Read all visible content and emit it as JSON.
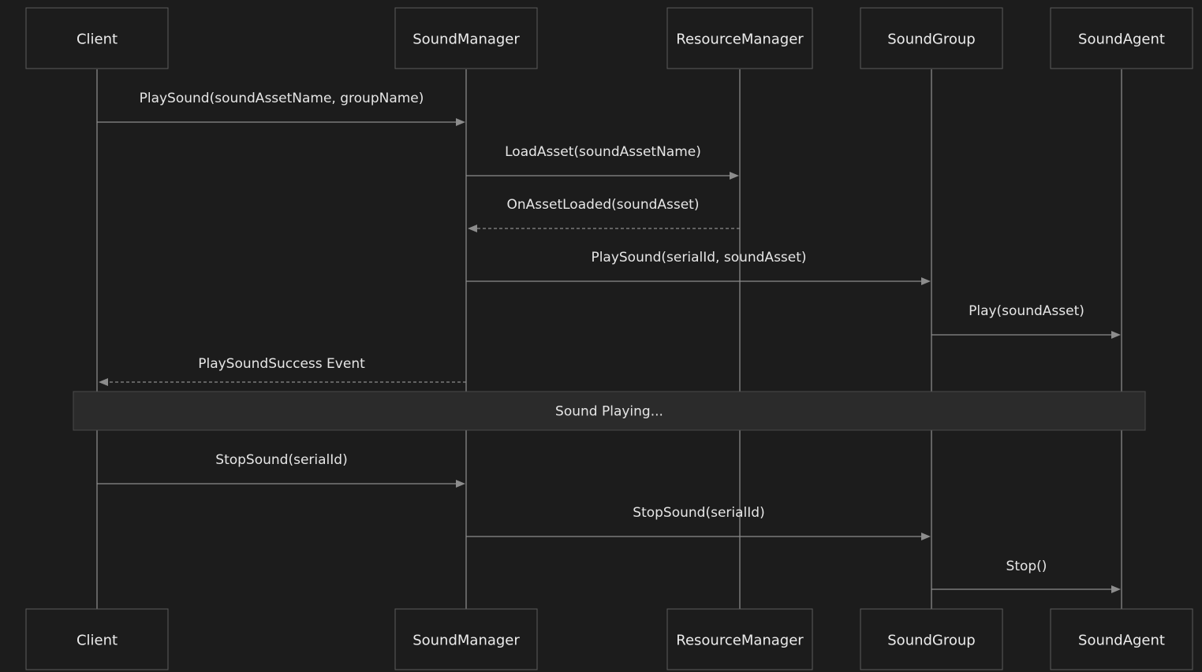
{
  "participants": [
    {
      "id": "client",
      "label": "Client"
    },
    {
      "id": "soundmanager",
      "label": "SoundManager"
    },
    {
      "id": "resourcemanager",
      "label": "ResourceManager"
    },
    {
      "id": "soundgroup",
      "label": "SoundGroup"
    },
    {
      "id": "soundagent",
      "label": "SoundAgent"
    }
  ],
  "messages": [
    {
      "from": "client",
      "to": "soundmanager",
      "label": "PlaySound(soundAssetName, groupName)",
      "style": "solid"
    },
    {
      "from": "soundmanager",
      "to": "resourcemanager",
      "label": "LoadAsset(soundAssetName)",
      "style": "solid"
    },
    {
      "from": "resourcemanager",
      "to": "soundmanager",
      "label": "OnAssetLoaded(soundAsset)",
      "style": "dashed"
    },
    {
      "from": "soundmanager",
      "to": "soundgroup",
      "label": "PlaySound(serialId, soundAsset)",
      "style": "solid"
    },
    {
      "from": "soundgroup",
      "to": "soundagent",
      "label": "Play(soundAsset)",
      "style": "solid"
    },
    {
      "from": "soundmanager",
      "to": "client",
      "label": "PlaySoundSuccess Event",
      "style": "dashed"
    },
    {
      "from": "client",
      "to": "soundmanager",
      "label": "StopSound(serialId)",
      "style": "solid"
    },
    {
      "from": "soundmanager",
      "to": "soundgroup",
      "label": "StopSound(serialId)",
      "style": "solid"
    },
    {
      "from": "soundgroup",
      "to": "soundagent",
      "label": "Stop()",
      "style": "solid"
    }
  ],
  "note": {
    "label": "Sound Playing..."
  }
}
